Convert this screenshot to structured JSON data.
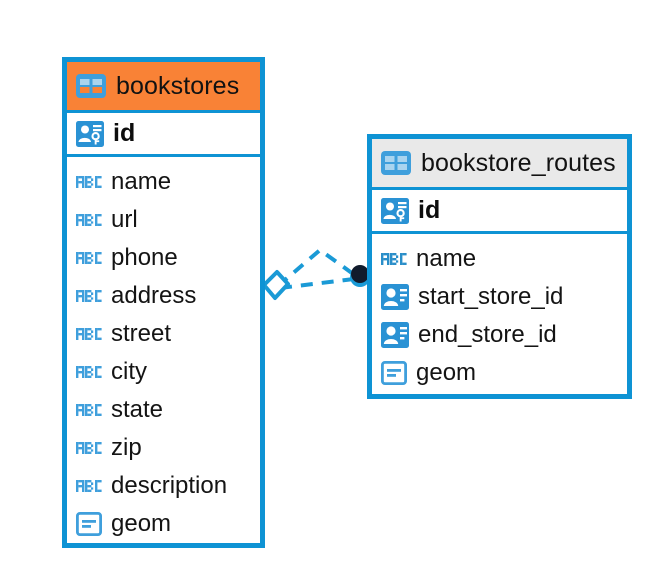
{
  "diagram": {
    "type": "entity-relationship-diagram",
    "background": "#ffffff",
    "accent_color": "#0e93d4",
    "highlight_color": "#f98236",
    "neutral_header_color": "#e9e9e9",
    "link_color": "#1a9ad6",
    "endpoint_color": "#101a2b"
  },
  "entities": [
    {
      "name": "bookstores",
      "header_style": "accent",
      "primary_key": {
        "label": "id",
        "icon": "primary-key-icon"
      },
      "fields": [
        {
          "label": "name",
          "icon": "abc-text-icon"
        },
        {
          "label": "url",
          "icon": "abc-text-icon"
        },
        {
          "label": "phone",
          "icon": "abc-text-icon"
        },
        {
          "label": "address",
          "icon": "abc-text-icon"
        },
        {
          "label": "street",
          "icon": "abc-text-icon"
        },
        {
          "label": "city",
          "icon": "abc-text-icon"
        },
        {
          "label": "state",
          "icon": "abc-text-icon"
        },
        {
          "label": "zip",
          "icon": "abc-text-icon"
        },
        {
          "label": "description",
          "icon": "abc-text-icon"
        },
        {
          "label": "geom",
          "icon": "geometry-icon"
        }
      ]
    },
    {
      "name": "bookstore_routes",
      "header_style": "neutral",
      "primary_key": {
        "label": "id",
        "icon": "primary-key-icon"
      },
      "fields": [
        {
          "label": "name",
          "icon": "abc-text-icon"
        },
        {
          "label": "start_store_id",
          "icon": "foreign-key-icon"
        },
        {
          "label": "end_store_id",
          "icon": "foreign-key-icon"
        },
        {
          "label": "geom",
          "icon": "geometry-icon"
        }
      ]
    }
  ],
  "relationship": {
    "source_entity": "bookstores",
    "target_entity": "bookstore_routes",
    "source_marker": "diamond-marker",
    "target_marker": "filled-circle-marker",
    "line_style": "dashed",
    "link_count": 2
  }
}
